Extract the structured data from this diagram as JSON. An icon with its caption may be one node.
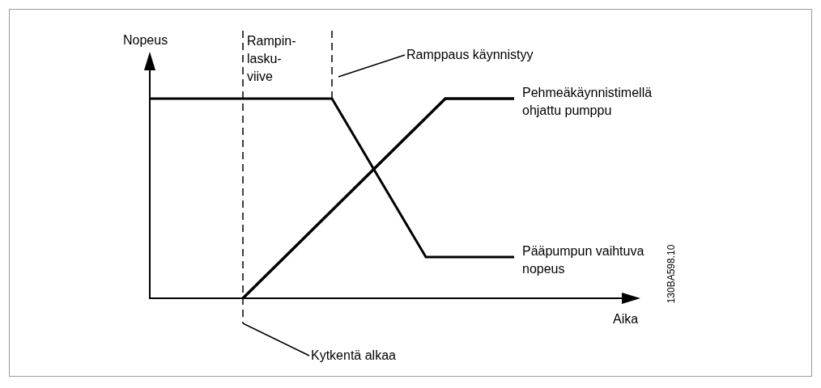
{
  "diagram": {
    "nodes": [
      {
        "text": [
          "Ramppaus käynnistyy"
        ]
      },
      {
        "text": [
          "Kytkentä alkaa"
        ]
      }
    ],
    "edges": [
      {
        "from": 0,
        "to": null,
        "arrow": "none"
      },
      {
        "from": 1,
        "to": null,
        "arrow": "none"
      }
    ],
    "labels": [
      "Nopeus",
      "Rampin- lasku- viive",
      "Pehmeäkäynnistimellä ohjattu pumppu",
      "Pääpumpun vaihtuva nopeus",
      "Aika",
      "130BA598.10"
    ]
  }
}
